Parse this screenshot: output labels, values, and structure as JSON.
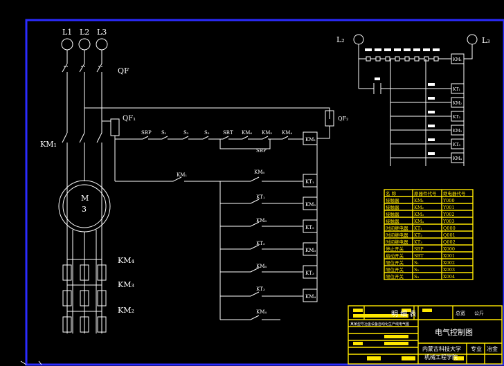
{
  "colors": {
    "background": "#000000",
    "frame": "#2b2bff",
    "line": "#ffffff",
    "table": "#ffe800"
  },
  "power": {
    "phases": [
      "L1",
      "L2",
      "L3"
    ],
    "breaker": "QF",
    "motor_letter": "M",
    "motor_number": "3",
    "main_contactor": "KM₁",
    "branch_contactors": [
      "KM₄",
      "KM₃",
      "KM₂"
    ]
  },
  "control": {
    "fuse1": "QF₁",
    "fuse2": "QF₂",
    "row1": [
      "SBP",
      "S₁",
      "S₂",
      "S₃",
      "SBT",
      "KM₆",
      "KM₅",
      "KM₄"
    ],
    "row1_bypass": "SBP",
    "row1_coil": "KM₁",
    "row2": {
      "left": "KM₁",
      "right": "KM₆",
      "coil": "KT₁"
    },
    "branches": [
      {
        "contact": "KT₁",
        "coil": "KM₂"
      },
      {
        "contact": "KM₆",
        "coil": "KT₂"
      },
      {
        "contact": "KT₂",
        "coil": "KM₃"
      },
      {
        "contact": "KM₆",
        "coil": "KT₃"
      },
      {
        "contact": "KT₃",
        "coil": "KM₄"
      },
      {
        "contact": "KM₄",
        "coil": ""
      }
    ]
  },
  "plc": {
    "left": "L₂",
    "right": "L₃",
    "coil_top": "KM₁",
    "outputs": [
      "KT₁",
      "KM₂",
      "KT₂",
      "KM₃",
      "KT₃",
      "KM₄"
    ]
  },
  "io_table": {
    "headers": [
      "名  称",
      "原器件代号",
      "继电器代号"
    ],
    "rows": [
      [
        "接触器",
        "KM₁",
        "Y000"
      ],
      [
        "接触器",
        "KM₂",
        "Y001"
      ],
      [
        "接触器",
        "KM₃",
        "Y002"
      ],
      [
        "接触器",
        "KM₄",
        "Y003"
      ],
      [
        "时间继电器",
        "KT₁",
        "Q000"
      ],
      [
        "时间继电器",
        "KT₂",
        "Q001"
      ],
      [
        "时间继电器",
        "KT₃",
        "Q002"
      ],
      [
        "停止开关",
        "SBP",
        "X000"
      ],
      [
        "启动开关",
        "SBT",
        "X001"
      ],
      [
        "限位开关",
        "S₁",
        "X002"
      ],
      [
        "限位开关",
        "S₂",
        "X003"
      ],
      [
        "限位开关",
        "S₃",
        "X004"
      ]
    ]
  },
  "title_block": {
    "list_title": "明 细 表",
    "tag1": "总宽",
    "tag2": "公斤",
    "drawing_title": "电气控制图",
    "school": "内蒙古科技大学",
    "college": "机械工程学院",
    "dept_label": "专业",
    "dept": "冶金",
    "description": "某某型号冶金设备自动化生产线电气图"
  }
}
